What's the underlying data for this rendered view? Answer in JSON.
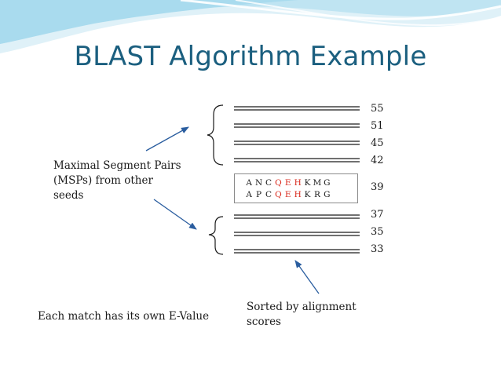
{
  "title": "BLAST Algorithm Example",
  "labels": {
    "msp_line1": "Maximal Segment Pairs",
    "msp_line2": "(MSPs) from other",
    "msp_line3": "seeds",
    "sorted_line1": "Sorted by alignment",
    "sorted_line2": "scores",
    "evalue": "Each match has its own E-Value"
  },
  "scores": {
    "upper": [
      "55",
      "51",
      "45",
      "42"
    ],
    "middle": "39",
    "lower": [
      "37",
      "35",
      "33"
    ]
  },
  "alignment": {
    "seq1": [
      "A",
      "N",
      "C",
      "Q",
      "E",
      "H",
      "K",
      "M",
      "G"
    ],
    "seq2": [
      "A",
      "P",
      "C",
      "Q",
      "E",
      "H",
      "K",
      "R",
      "G"
    ],
    "highlight_indices": [
      3,
      4,
      5
    ],
    "highlight_color": "#d9291c"
  },
  "colors": {
    "title": "#1b5f7f",
    "arrows": "#2a5d9f",
    "header_swoosh": "#bfe4f2"
  }
}
